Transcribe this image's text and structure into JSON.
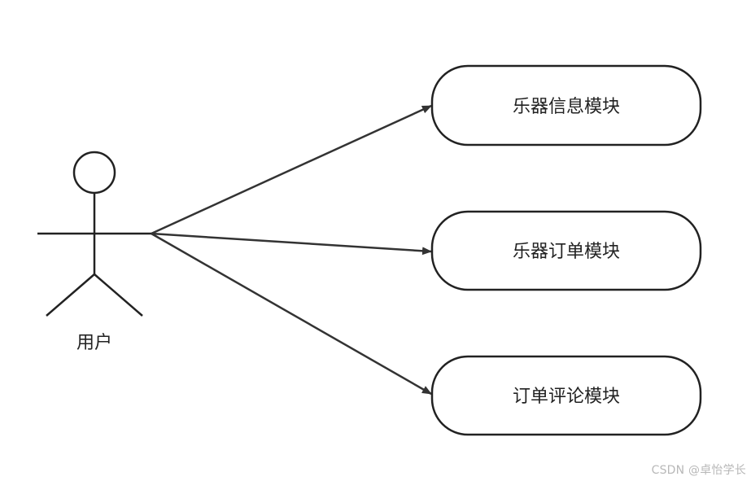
{
  "actor": {
    "label": "用户",
    "icon": "stick-figure"
  },
  "use_cases": [
    {
      "label": "乐器信息模块"
    },
    {
      "label": "乐器订单模块"
    },
    {
      "label": "订单评论模块"
    }
  ],
  "watermark": "CSDN @卓怡学长",
  "colors": {
    "stroke": "#222222",
    "line": "#333333",
    "background": "#ffffff",
    "watermark": "#b8b8b8"
  }
}
